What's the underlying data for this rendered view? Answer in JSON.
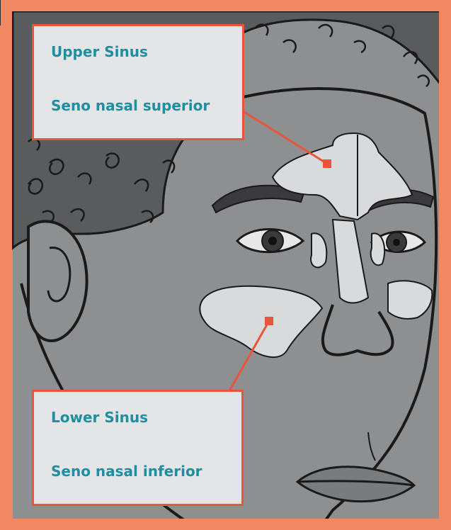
{
  "labels": {
    "upper": {
      "english": "Upper Sinus",
      "spanish": "Seno nasal superior"
    },
    "lower": {
      "english": "Lower Sinus",
      "spanish": "Seno nasal inferior"
    }
  },
  "colors": {
    "frame": "#f08864",
    "callout_border": "#e8553a",
    "callout_fill": "#e4e5e7",
    "label_text": "#1e8ea3",
    "face_fill": "#8e8f91",
    "sinus_fill": "#d9dadc",
    "outline": "#1a1a1a"
  }
}
